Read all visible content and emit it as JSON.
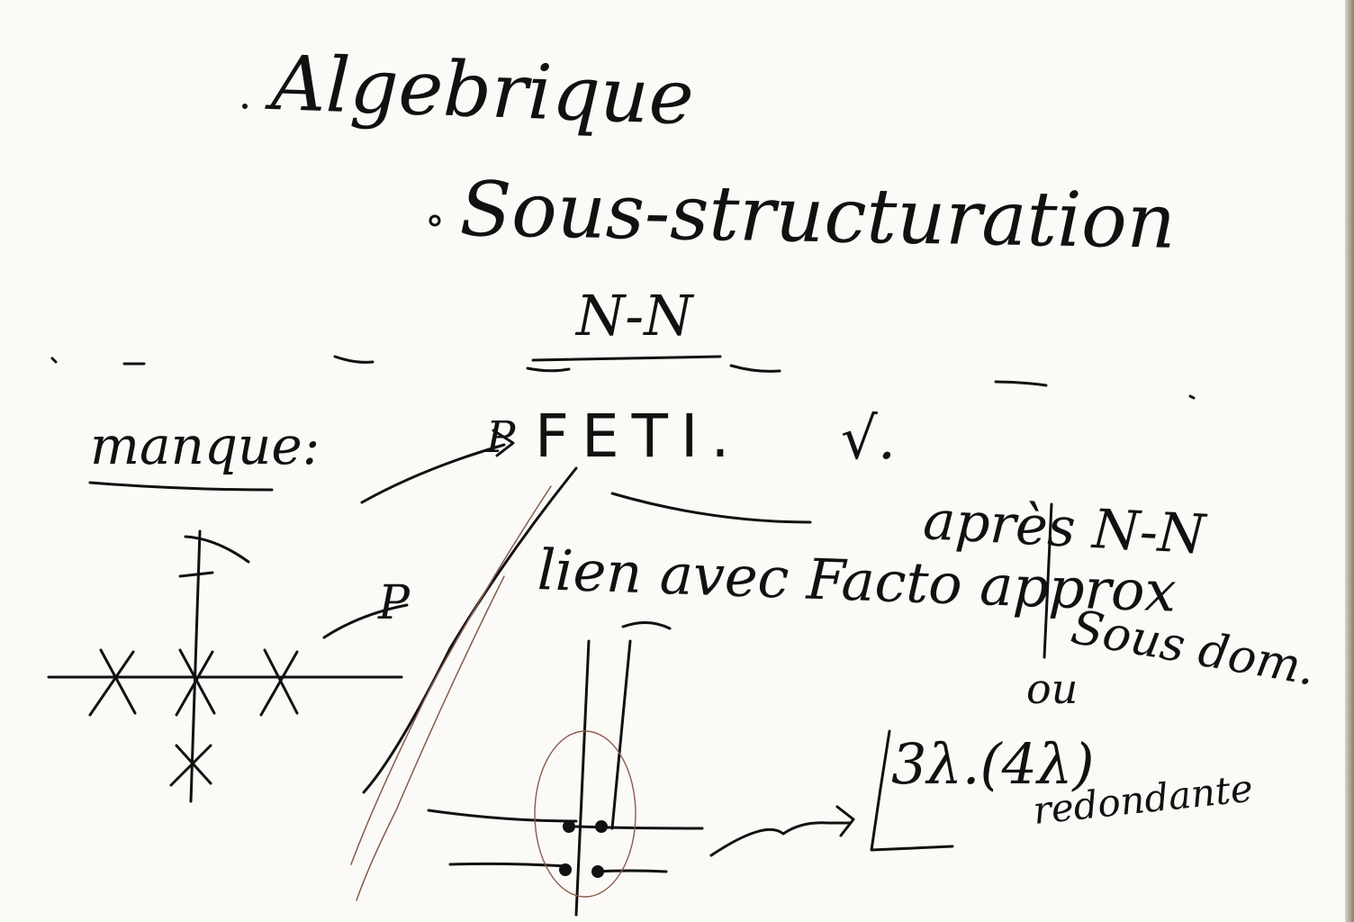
{
  "notes": {
    "algebrique": "Algebrique",
    "sous_structuration": "Sous-structuration",
    "n_n": "N-N",
    "manque": "manque:",
    "feti": "FETI.",
    "check": "√.",
    "lien": "lien avec Facto approx",
    "apres": "après N-N",
    "sous_dom": "Sous dom.",
    "ou": "ou",
    "lambda_count": "3λ.(4λ)",
    "redondant": "redondante",
    "p_marker_1": "P",
    "p_marker_2": "P"
  },
  "colors": {
    "paper": "#fbfaf7",
    "ink": "#111111",
    "pencil": "#8b5a4a"
  }
}
